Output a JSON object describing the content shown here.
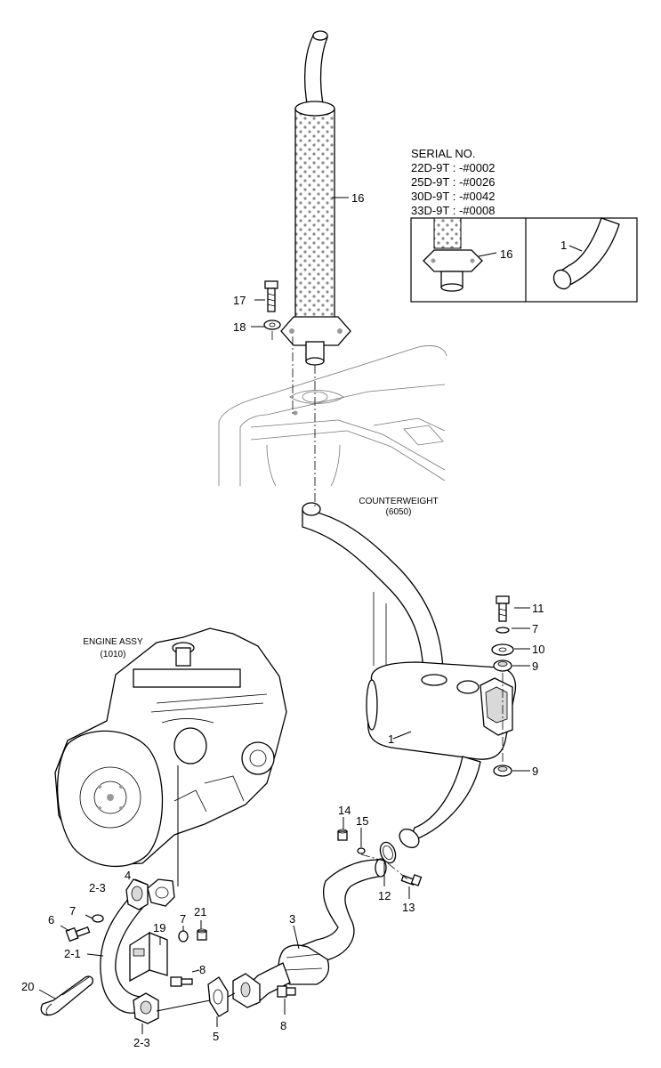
{
  "serial": {
    "title": "SERIAL NO.",
    "lines": [
      "22D-9T : -#0002",
      "25D-9T : -#0026",
      "30D-9T : -#0042",
      "33D-9T : -#0008"
    ],
    "inset_labels": [
      "16",
      "1"
    ]
  },
  "captions": {
    "counterweight": [
      "COUNTERWEIGHT",
      "(6050)"
    ],
    "engine": [
      "ENGINE ASSY",
      "(1010)"
    ]
  },
  "labels": [
    "16",
    "17",
    "18",
    "11",
    "7",
    "10",
    "9",
    "9",
    "1",
    "14",
    "15",
    "12",
    "13",
    "4",
    "2-3",
    "7",
    "6",
    "19",
    "7",
    "21",
    "2-1",
    "8",
    "3",
    "20",
    "2-3",
    "5",
    "8"
  ]
}
